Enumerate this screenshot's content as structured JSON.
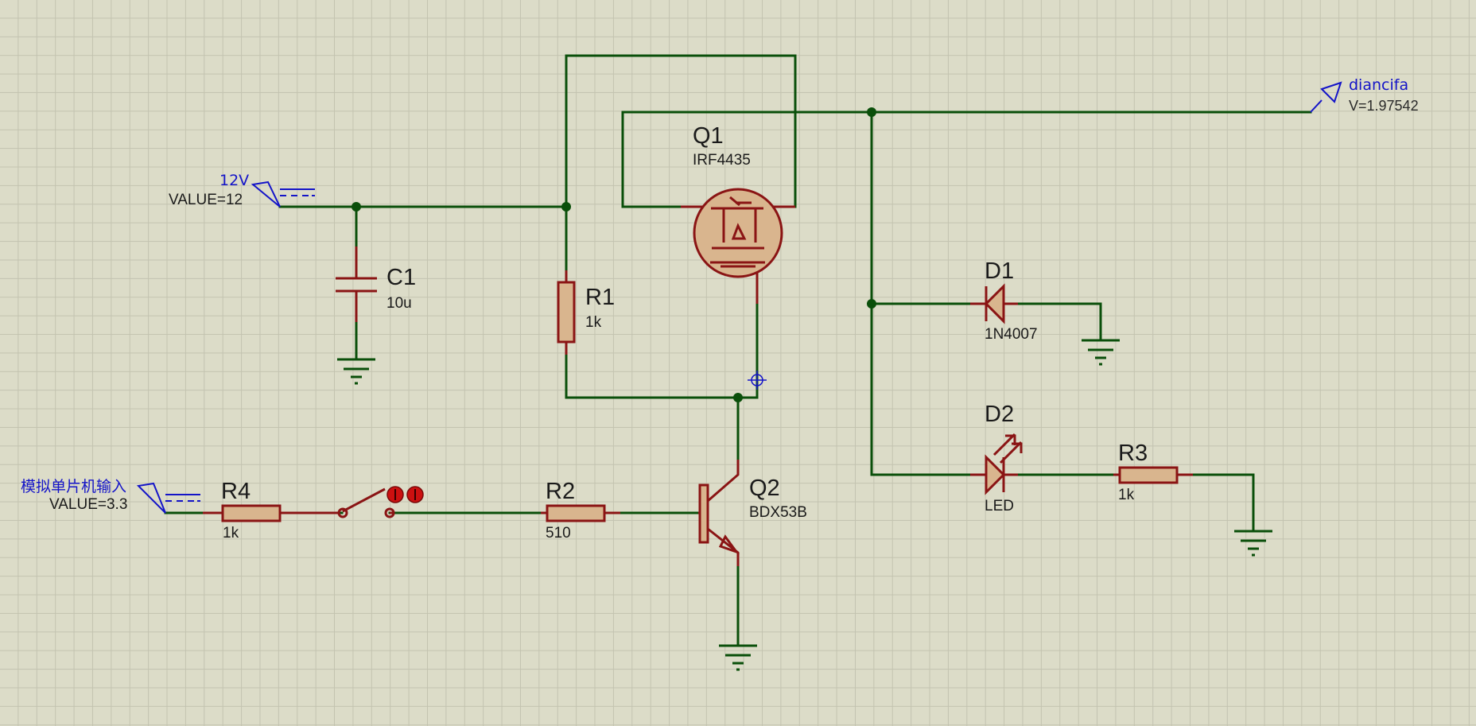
{
  "components": {
    "Q1": {
      "ref": "Q1",
      "value": "IRF4435"
    },
    "Q2": {
      "ref": "Q2",
      "value": "BDX53B"
    },
    "R1": {
      "ref": "R1",
      "value": "1k"
    },
    "R2": {
      "ref": "R2",
      "value": "510"
    },
    "R3": {
      "ref": "R3",
      "value": "1k"
    },
    "R4": {
      "ref": "R4",
      "value": "1k"
    },
    "C1": {
      "ref": "C1",
      "value": "10u"
    },
    "D1": {
      "ref": "D1",
      "value": "1N4007"
    },
    "D2": {
      "ref": "D2",
      "value": "LED"
    }
  },
  "terminals": {
    "supply": {
      "name": "12V",
      "value": "VALUE=12"
    },
    "mcu_input": {
      "name": "模拟单片机输入",
      "value": "VALUE=3.3"
    }
  },
  "probe": {
    "name": "diancifa",
    "reading": "V=1.97542"
  },
  "colors": {
    "background": "#dcdcc8",
    "grid": "#c3c3b0",
    "wire": "#0a4f0a",
    "component": "#8a1414",
    "component_fill": "#d9b58e",
    "terminal_label": "#1414c8",
    "switch_indicator": "#cc1010"
  }
}
